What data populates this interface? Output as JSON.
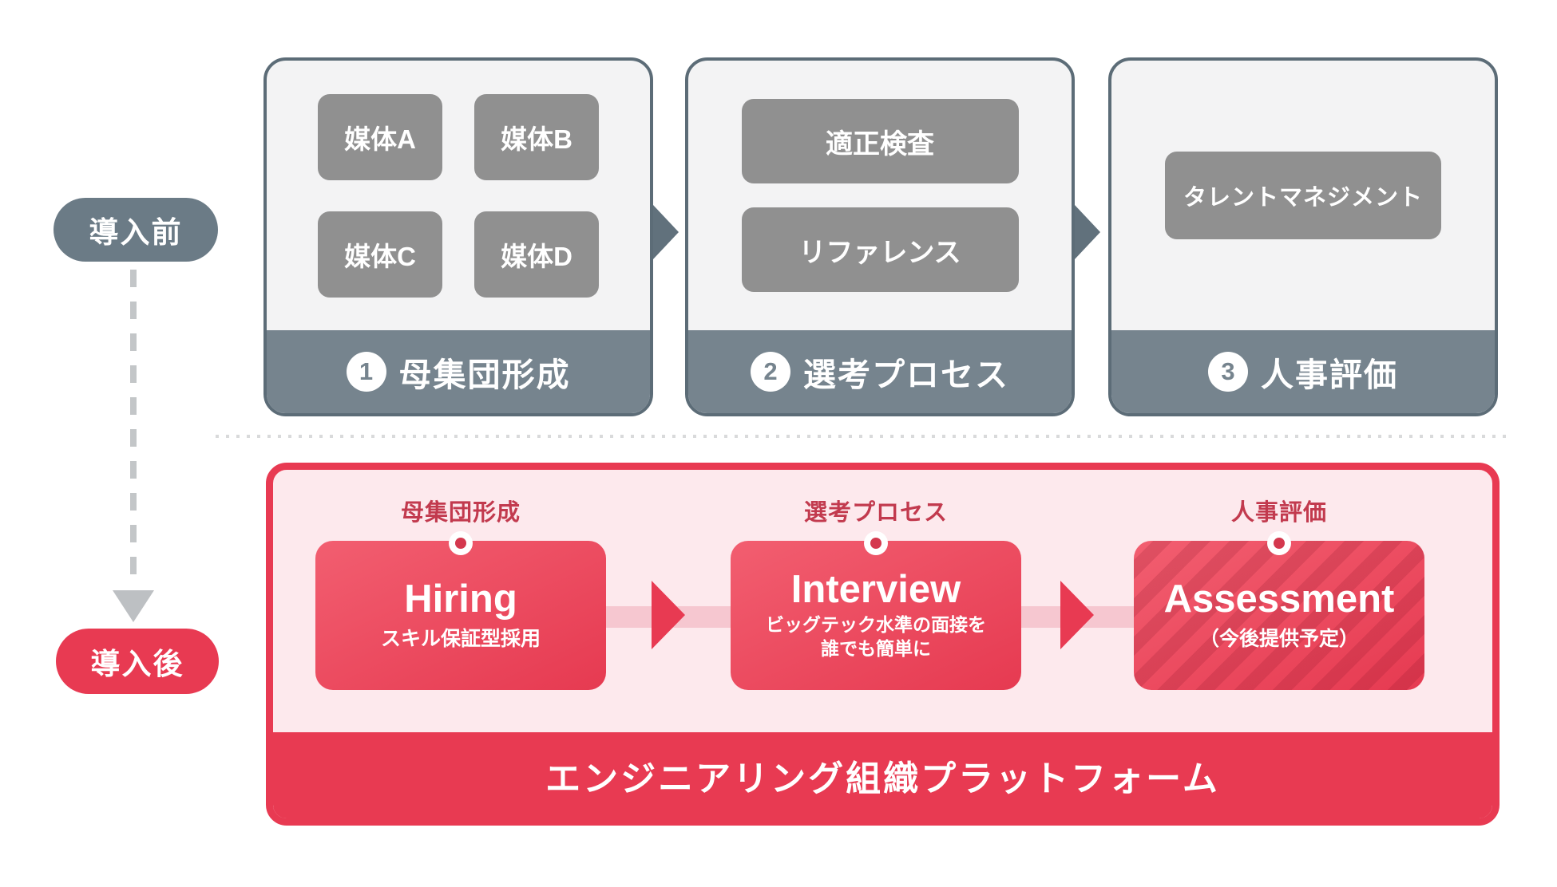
{
  "colors": {
    "slate": "#76848e",
    "slate_border": "#5c6c77",
    "slate_pill": "#6b7b86",
    "chip_gray": "#909090",
    "box_bg": "#f3f3f4",
    "red": "#e83a52",
    "red_dark": "#d4384e",
    "pink_bg": "#fde9ed",
    "pink_band": "#f6c7d0",
    "tag_red": "#c23a4e",
    "arrow_gray": "#61717c",
    "dash_gray": "#c3c6c8"
  },
  "before": {
    "pill_label": "導入前",
    "boxes": [
      {
        "number": "1",
        "label": "母集団形成",
        "chips": [
          "媒体A",
          "媒体B",
          "媒体C",
          "媒体D"
        ]
      },
      {
        "number": "2",
        "label": "選考プロセス",
        "chips": [
          "適正検査",
          "リファレンス"
        ]
      },
      {
        "number": "3",
        "label": "人事評価",
        "chips": [
          "タレントマネジメント"
        ]
      }
    ]
  },
  "after": {
    "pill_label": "導入後",
    "steps": [
      {
        "tag": "母集団形成",
        "title": "Hiring",
        "subtitle": "スキル保証型採用"
      },
      {
        "tag": "選考プロセス",
        "title": "Interview",
        "subtitle": "ビッグテック水準の面接を\n誰でも簡単に"
      },
      {
        "tag": "人事評価",
        "title": "Assessment",
        "subtitle": "（今後提供予定）"
      }
    ],
    "platform_label": "エンジニアリング組織プラットフォーム"
  }
}
